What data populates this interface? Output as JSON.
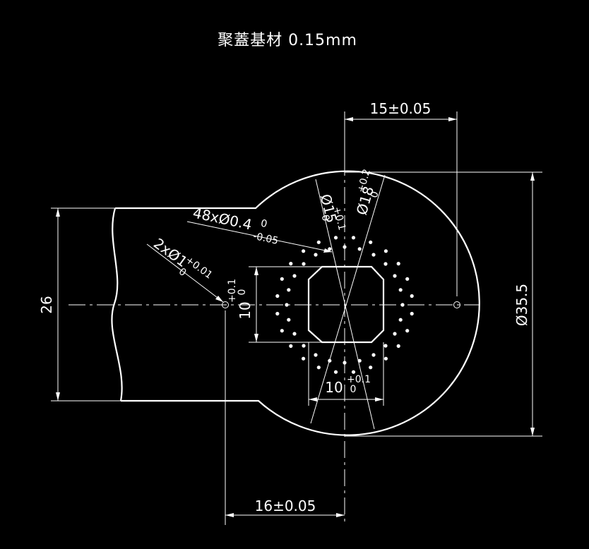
{
  "title": "聚蓋基材   0.15mm",
  "dimensions": {
    "top_width": "15±0.05",
    "bottom_width": "16±0.05",
    "height_left": "26",
    "diameter": "Ø35.5",
    "square_v": "10",
    "square_v_tol_upper": "+0.1",
    "square_v_tol_lower": "0",
    "square_h": "10",
    "square_h_tol_upper": "+0.1",
    "square_h_tol_lower": "0",
    "holes_note": "48xØ0.4",
    "holes_tol_upper": "0",
    "holes_tol_lower": "-0.05",
    "pin_note": "2xØ1",
    "pin_tol_upper": "+0.01",
    "pin_tol_lower": "0",
    "ring_inner": "Ø15",
    "ring_inner_tol_upper": "+0.1",
    "ring_inner_tol_lower": "0",
    "ring_outer": "Ø18",
    "ring_outer_tol_upper": "+0.2",
    "ring_outer_tol_lower": "0"
  },
  "hole_count": 48,
  "colors": {
    "background": "#000000",
    "lines": "#ffffff"
  }
}
